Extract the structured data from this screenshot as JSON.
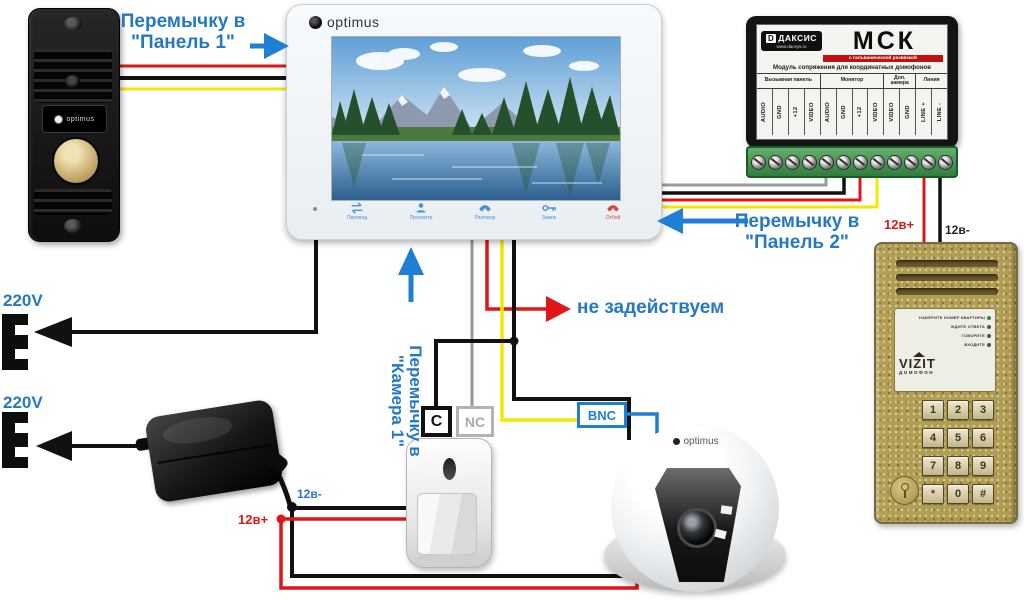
{
  "labels": {
    "jumper_panel1_l1": "Перемычку в",
    "jumper_panel1_l2": "\"Панель 1\"",
    "jumper_panel2_l1": "Перемычку в",
    "jumper_panel2_l2": "\"Панель 2\"",
    "jumper_camera1_l1": "Перемычку в",
    "jumper_camera1_l2": "\"Камера 1\"",
    "not_used": "не задействуем",
    "v220_top": "220V",
    "v220_bottom": "220V",
    "line_plus": "12в+",
    "line_minus": "12в-",
    "psu_minus": "12в-",
    "psu_plus": "12в+",
    "bnc": "BNC",
    "c": "C",
    "nc": "NC"
  },
  "door_panel": {
    "brand": "optimus"
  },
  "monitor": {
    "brand": "optimus",
    "buttons": [
      {
        "label": "Перевод"
      },
      {
        "label": "Просмотр"
      },
      {
        "label": "Разговор"
      },
      {
        "label": "Замок"
      },
      {
        "label": "Отбой"
      }
    ]
  },
  "msk": {
    "brand": "ДАКСИС",
    "site": "www.dacsys.ru",
    "model": "МСК",
    "tag": "с гальванической развязкой",
    "subtitle": "Модуль сопряжения для координатных домофонов",
    "groups": [
      {
        "name": "Вызывная панель"
      },
      {
        "name": "Монитор"
      },
      {
        "name": "Доп. камера"
      },
      {
        "name": "Линия"
      }
    ],
    "terminals": [
      "AUDIO",
      "GND",
      "+12",
      "VIDEO",
      "AUDIO",
      "GND",
      "+12",
      "VIDEO",
      "VIDEO",
      "GND",
      "LINE +",
      "LINE -"
    ]
  },
  "camera": {
    "brand": "optimus"
  },
  "vizit": {
    "logo": "VIZIT",
    "logo_sub": "ДОМОФОН",
    "display_lines": [
      "НАБЕРИТЕ НОМЕР КВАРТИРЫ",
      "ЖДИТЕ ОТВЕТА",
      "ГОВОРИТЕ",
      "ВХОДИТЕ"
    ],
    "keys": [
      "1",
      "2",
      "3",
      "4",
      "5",
      "6",
      "7",
      "8",
      "9",
      "*",
      "0",
      "#"
    ]
  },
  "colors": {
    "accent_blue": "#2579c2",
    "arrow_blue": "#1f7fd4",
    "wire_red": "#df1616",
    "wire_yellow": "#f2e900",
    "wire_black": "#111111",
    "wire_gray": "#9a9a9a",
    "wire_blue": "#1f7fd4",
    "terminal_green": "#4a9f55",
    "vizit_gold": "#b19e55"
  }
}
